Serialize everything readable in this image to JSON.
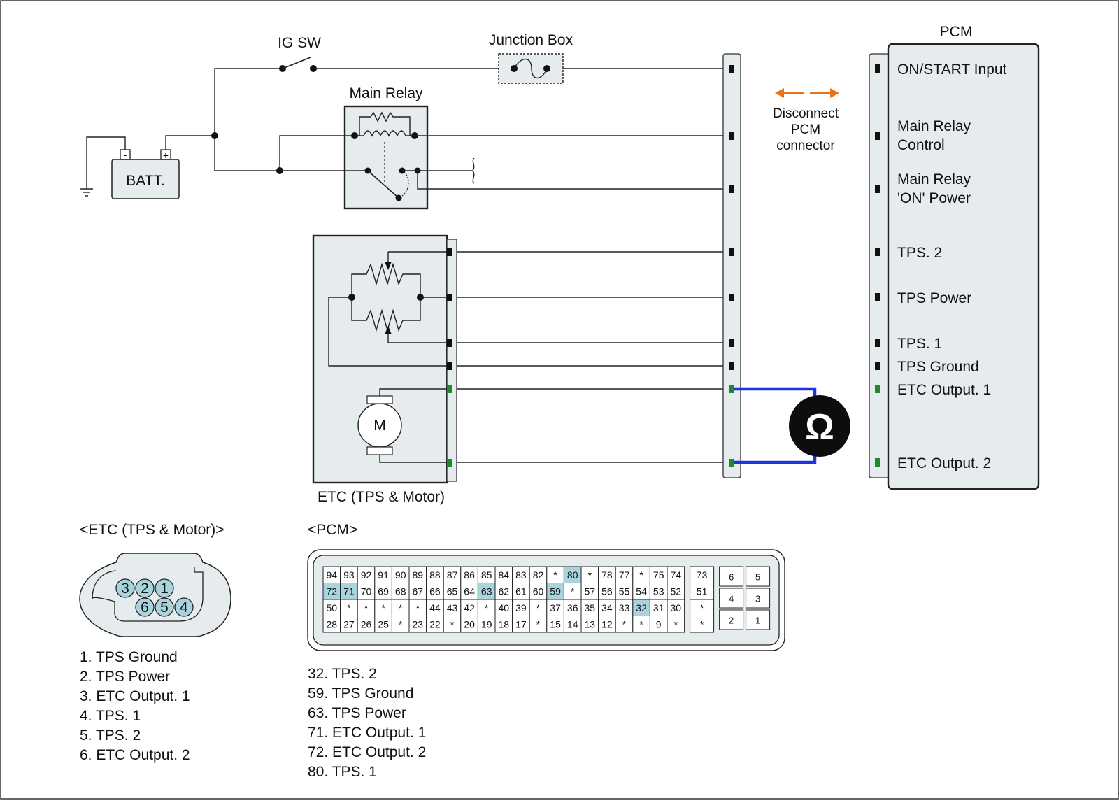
{
  "labels": {
    "ig_sw": "IG SW",
    "junction_box": "Junction Box",
    "main_relay": "Main Relay",
    "battery": "BATT.",
    "battery_neg": "-",
    "battery_pos": "+",
    "disconnect": [
      "Disconnect",
      "PCM",
      "connector"
    ],
    "pcm_title": "PCM",
    "etc_caption": "ETC (TPS & Motor)",
    "motor": "M",
    "ohm": "Ω",
    "etc_connector_title": "<ETC (TPS & Motor)>",
    "pcm_connector_title": "<PCM>"
  },
  "colors": {
    "green": "#1f8a2b",
    "orange": "#e8721c",
    "blue": "#1a35d8",
    "highlight": "#a9d3dd",
    "panel": "#e6ecee"
  },
  "pcm_terminals": [
    {
      "lines": [
        "ON/START Input"
      ],
      "color": "black"
    },
    {
      "lines": [
        "Main Relay",
        "Control"
      ],
      "color": "black"
    },
    {
      "lines": [
        "Main Relay",
        "'ON' Power"
      ],
      "color": "black"
    },
    {
      "lines": [
        "TPS. 2"
      ],
      "color": "black"
    },
    {
      "lines": [
        "TPS Power"
      ],
      "color": "black"
    },
    {
      "lines": [
        "TPS. 1"
      ],
      "color": "black"
    },
    {
      "lines": [
        "TPS Ground"
      ],
      "color": "black"
    },
    {
      "lines": [
        "ETC Output. 1"
      ],
      "color": "green"
    },
    {
      "lines": [
        "ETC Output. 2"
      ],
      "color": "green"
    }
  ],
  "etc_pins": [
    "3",
    "2",
    "1",
    "6",
    "5",
    "4"
  ],
  "etc_pin_list": [
    {
      "text": "1. TPS Ground",
      "color": "black"
    },
    {
      "text": "2. TPS Power",
      "color": "black"
    },
    {
      "text": "3. ETC Output. 1",
      "color": "green"
    },
    {
      "text": "4. TPS. 1",
      "color": "black"
    },
    {
      "text": "5. TPS. 2",
      "color": "black"
    },
    {
      "text": "6. ETC Output. 2",
      "color": "green"
    }
  ],
  "pcm_connector": {
    "rows": [
      [
        "94",
        "93",
        "92",
        "91",
        "90",
        "89",
        "88",
        "87",
        "86",
        "85",
        "84",
        "83",
        "82",
        "*",
        "80",
        "*",
        "78",
        "77",
        "*",
        "75",
        "74"
      ],
      [
        "72",
        "71",
        "70",
        "69",
        "68",
        "67",
        "66",
        "65",
        "64",
        "63",
        "62",
        "61",
        "60",
        "59",
        "*",
        "57",
        "56",
        "55",
        "54",
        "53",
        "52"
      ],
      [
        "50",
        "*",
        "*",
        "*",
        "*",
        "*",
        "44",
        "43",
        "42",
        "*",
        "40",
        "39",
        "*",
        "37",
        "36",
        "35",
        "34",
        "33",
        "32",
        "31",
        "30"
      ],
      [
        "28",
        "27",
        "26",
        "25",
        "*",
        "23",
        "22",
        "*",
        "20",
        "19",
        "18",
        "17",
        "*",
        "15",
        "14",
        "13",
        "12",
        "*",
        "*",
        "9",
        "*"
      ]
    ],
    "side_column": [
      "73",
      "51",
      "*",
      "*"
    ],
    "right_block": [
      [
        "6",
        "5"
      ],
      [
        "4",
        "3"
      ],
      [
        "2",
        "1"
      ]
    ],
    "highlighted": [
      "80",
      "72",
      "71",
      "63",
      "59",
      "32"
    ]
  },
  "pcm_pin_list": [
    {
      "text": "32. TPS. 2",
      "color": "black"
    },
    {
      "text": "59. TPS Ground",
      "color": "black"
    },
    {
      "text": "63. TPS Power",
      "color": "black"
    },
    {
      "text": "71. ETC Output. 1",
      "color": "green"
    },
    {
      "text": "72. ETC Output. 2",
      "color": "green"
    },
    {
      "text": "80. TPS. 1",
      "color": "black"
    }
  ]
}
